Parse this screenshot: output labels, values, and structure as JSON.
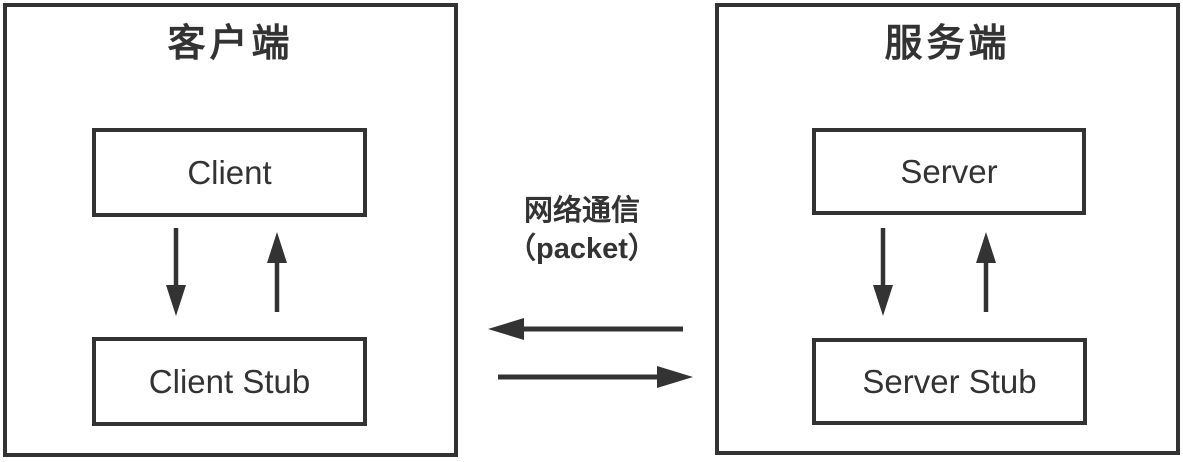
{
  "colors": {
    "bg": "#ffffff",
    "line": "#333333",
    "text": "#333333"
  },
  "client_panel": {
    "title": "客户端",
    "top_box": "Client",
    "bottom_box": "Client Stub"
  },
  "server_panel": {
    "title": "服务端",
    "top_box": "Server",
    "bottom_box": "Server Stub"
  },
  "network": {
    "line1": "网络通信",
    "line2": "（packet）"
  }
}
